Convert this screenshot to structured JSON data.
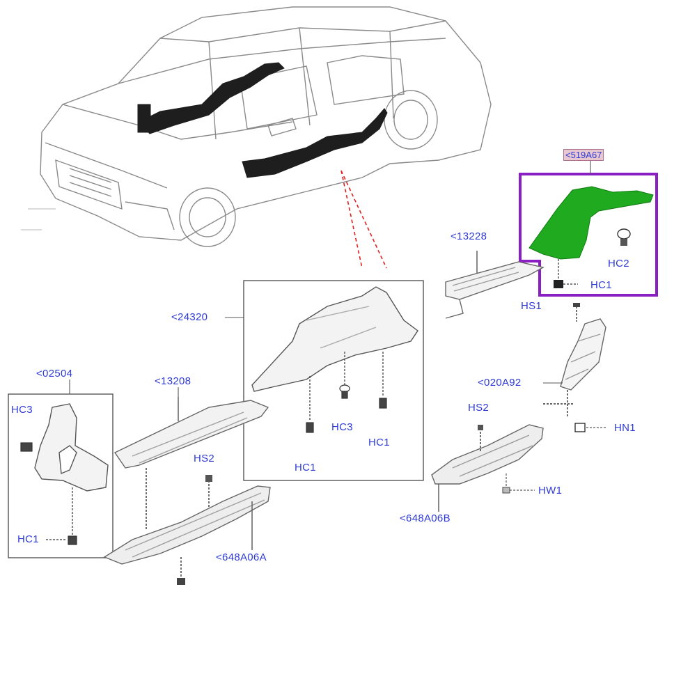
{
  "diagram": {
    "highlight_color": "#8a1fc4",
    "highlight_fill": "#1faa1f",
    "label_color": "#2e3ad6",
    "leader_color": "#e02020",
    "labels": {
      "p519A67": "<519A67",
      "p13228": "<13228",
      "p24320": "<24320",
      "p02504": "<02504",
      "p13208": "<13208",
      "p020A92": "<020A92",
      "p648A06B": "<648A06B",
      "p648A06A": "<648A06A",
      "hc2": "HC2",
      "hc1_top": "HC1",
      "hs1": "HS1",
      "hs2_right": "HS2",
      "hn1": "HN1",
      "hw1": "HW1",
      "hc3_mid": "HC3",
      "hc1_mid_right": "HC1",
      "hc1_mid_left": "HC1",
      "hs2_left": "HS2",
      "hc3_left": "HC3",
      "hc1_left": "HC1"
    },
    "icons": [
      "vehicle-outline-icon",
      "clip-icon",
      "screw-icon",
      "nut-icon",
      "washer-icon"
    ]
  }
}
